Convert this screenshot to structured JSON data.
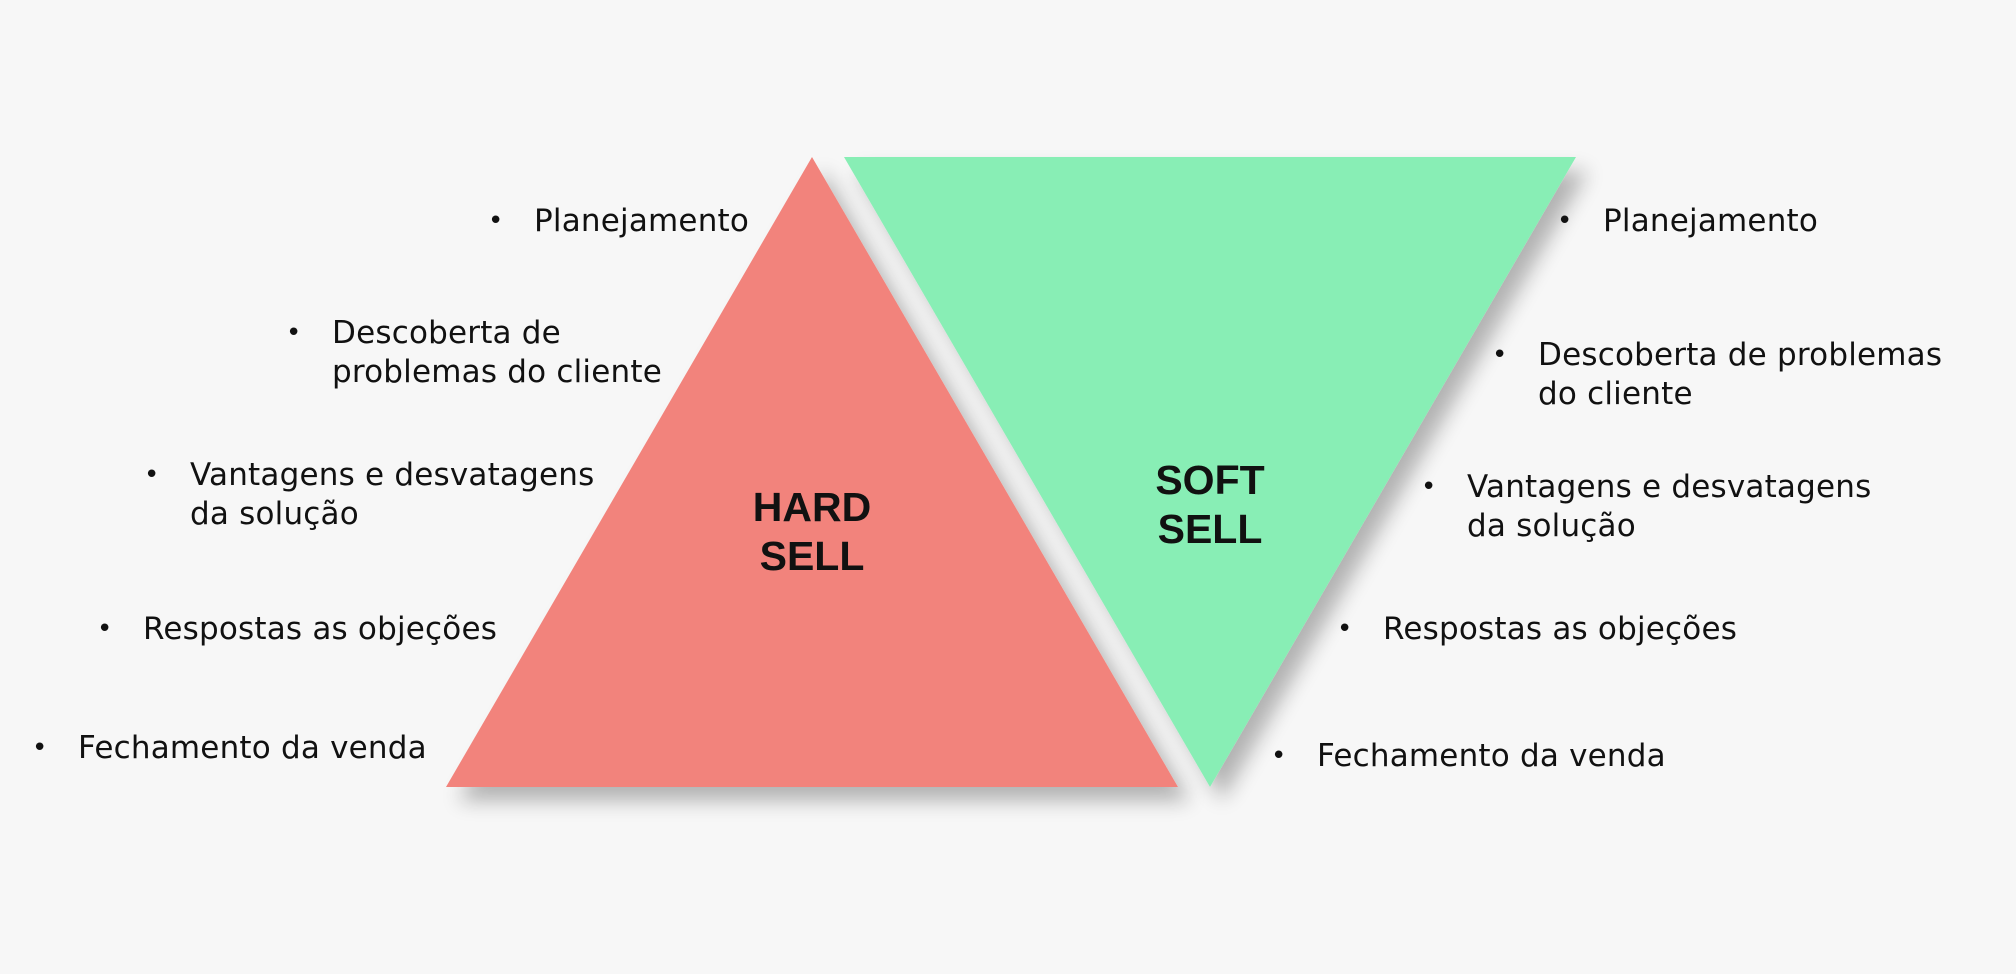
{
  "hard_sell": {
    "label_line1": "HARD",
    "label_line2": "SELL",
    "color": "#f2837b",
    "items": [
      "Planejamento",
      "Descoberta de problemas do cliente",
      "Vantagens e desvatagens da solução",
      "Respostas as objeções",
      "Fechamento da venda"
    ]
  },
  "soft_sell": {
    "label_line1": "SOFT",
    "label_line2": "SELL",
    "color": "#88eeb5",
    "items": [
      "Planejamento",
      "Descoberta de problemas do cliente",
      "Vantagens e desvatagens da solução",
      "Respostas as objeções",
      "Fechamento da venda"
    ]
  },
  "bullet_glyph": "•"
}
